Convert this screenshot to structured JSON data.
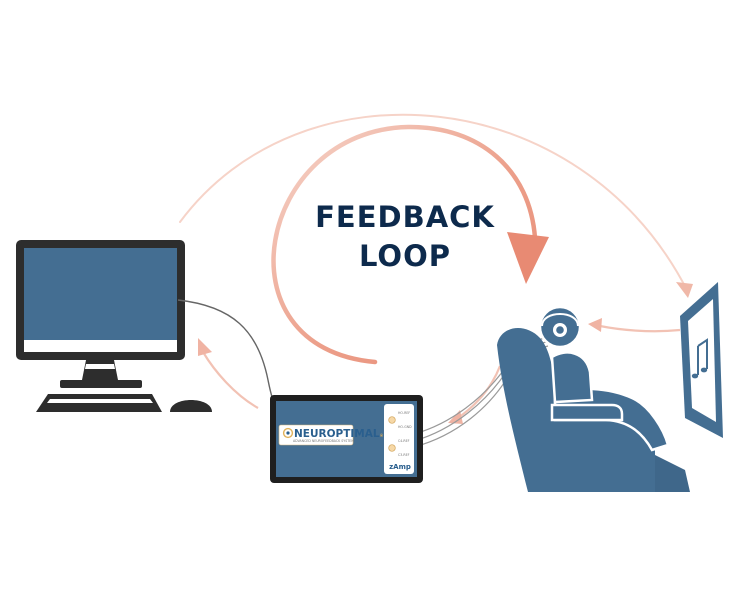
{
  "title": {
    "line1": "FEEDBACK",
    "line2": "LOOP"
  },
  "amplifier": {
    "brand_prefix": "NEUR",
    "brand_rest": "OPTIMAL",
    "registered_mark": "®",
    "brand_tagline": "ADVANCED NEUROFEEDBACK SYSTEM",
    "maker_logo": "zAmp",
    "port_labels": [
      "HO-REF",
      "HO-GND",
      "C4-REF",
      "C3-REF"
    ]
  },
  "icons": {
    "monitor": "desktop-monitor",
    "keyboard": "keyboard",
    "mouse": "mouse",
    "amplifier": "eeg-amplifier",
    "person": "seated-person-with-headphones",
    "screen": "music-display",
    "note": "music-note"
  },
  "colors": {
    "navy": "#0d2a4c",
    "blue": "#446e92",
    "dark_frame": "#2d2d2d",
    "arrow_salmon": "#e98d78",
    "arrow_light": "#f2c4b6",
    "white": "#ffffff"
  }
}
